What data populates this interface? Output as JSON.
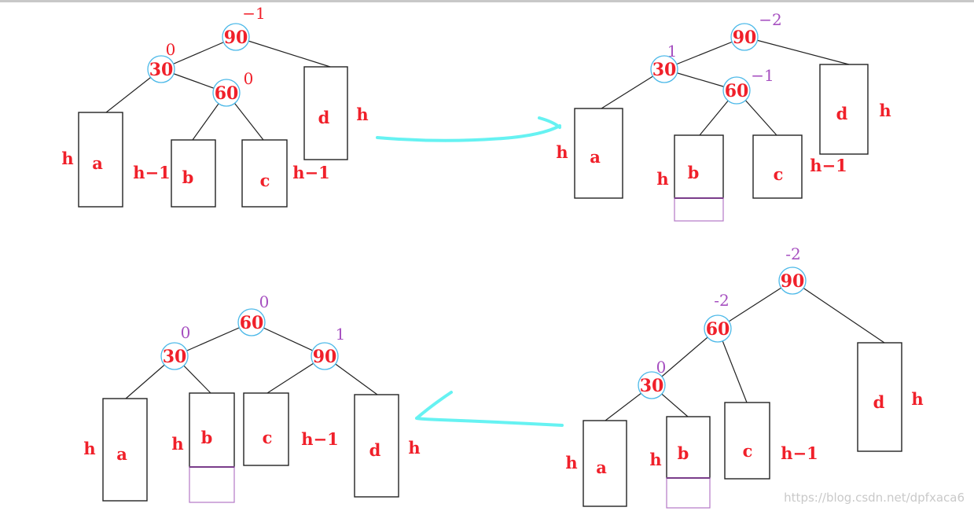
{
  "colors": {
    "label_red": "#f0202a",
    "balance_purple": "#a64fc0",
    "circle_cyan": "#4ab8e8",
    "arrow_cyan": "#66f2f2",
    "box_black": "#222222",
    "extra_purple": "#b478c6"
  },
  "diagrams": {
    "top_left": {
      "n90": {
        "value": "90",
        "bf": "−1"
      },
      "n30": {
        "value": "30",
        "bf": "0"
      },
      "n60": {
        "value": "60",
        "bf": "0"
      },
      "a": {
        "name": "a",
        "h": "h"
      },
      "b": {
        "name": "b",
        "h": "h−1"
      },
      "c": {
        "name": "c",
        "h": "h−1"
      },
      "d": {
        "name": "d",
        "h": "h"
      }
    },
    "top_right": {
      "n90": {
        "value": "90",
        "bf": "−2"
      },
      "n30": {
        "value": "30",
        "bf": "1"
      },
      "n60": {
        "value": "60",
        "bf": "−1"
      },
      "a": {
        "name": "a",
        "h": "h"
      },
      "b": {
        "name": "b",
        "h": "h"
      },
      "c": {
        "name": "c",
        "h": "h−1"
      },
      "d": {
        "name": "d",
        "h": "h"
      }
    },
    "bottom_right": {
      "n90": {
        "value": "90",
        "bf": "-2"
      },
      "n60": {
        "value": "60",
        "bf": "-2"
      },
      "n30": {
        "value": "30",
        "bf": "0"
      },
      "a": {
        "name": "a",
        "h": "h"
      },
      "b": {
        "name": "b",
        "h": "h"
      },
      "c": {
        "name": "c",
        "h": "h−1"
      },
      "d": {
        "name": "d",
        "h": "h"
      }
    },
    "bottom_left": {
      "n60": {
        "value": "60",
        "bf": "0"
      },
      "n30": {
        "value": "30",
        "bf": "0"
      },
      "n90": {
        "value": "90",
        "bf": "1"
      },
      "a": {
        "name": "a",
        "h": "h"
      },
      "b": {
        "name": "b",
        "h": "h"
      },
      "c": {
        "name": "c",
        "h": "h−1"
      },
      "d": {
        "name": "d",
        "h": "h"
      }
    }
  },
  "watermark": "https://blog.csdn.net/dpfxaca6"
}
